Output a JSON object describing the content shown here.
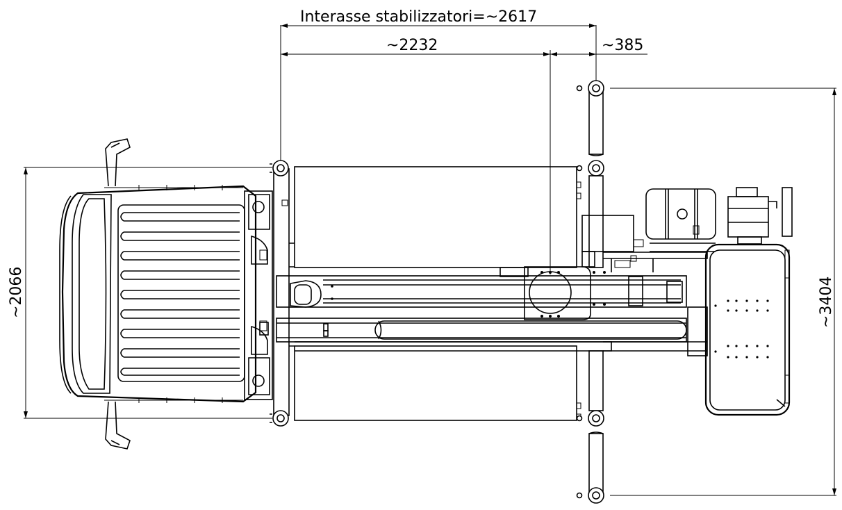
{
  "dimensions": {
    "outrigger_spacing": "Interasse stabilizzatori=~2617",
    "rear_to_turntable": "~2232",
    "turntable_to_front": "~385",
    "total_width_extended": "~3404",
    "vehicle_width": "~2066"
  }
}
